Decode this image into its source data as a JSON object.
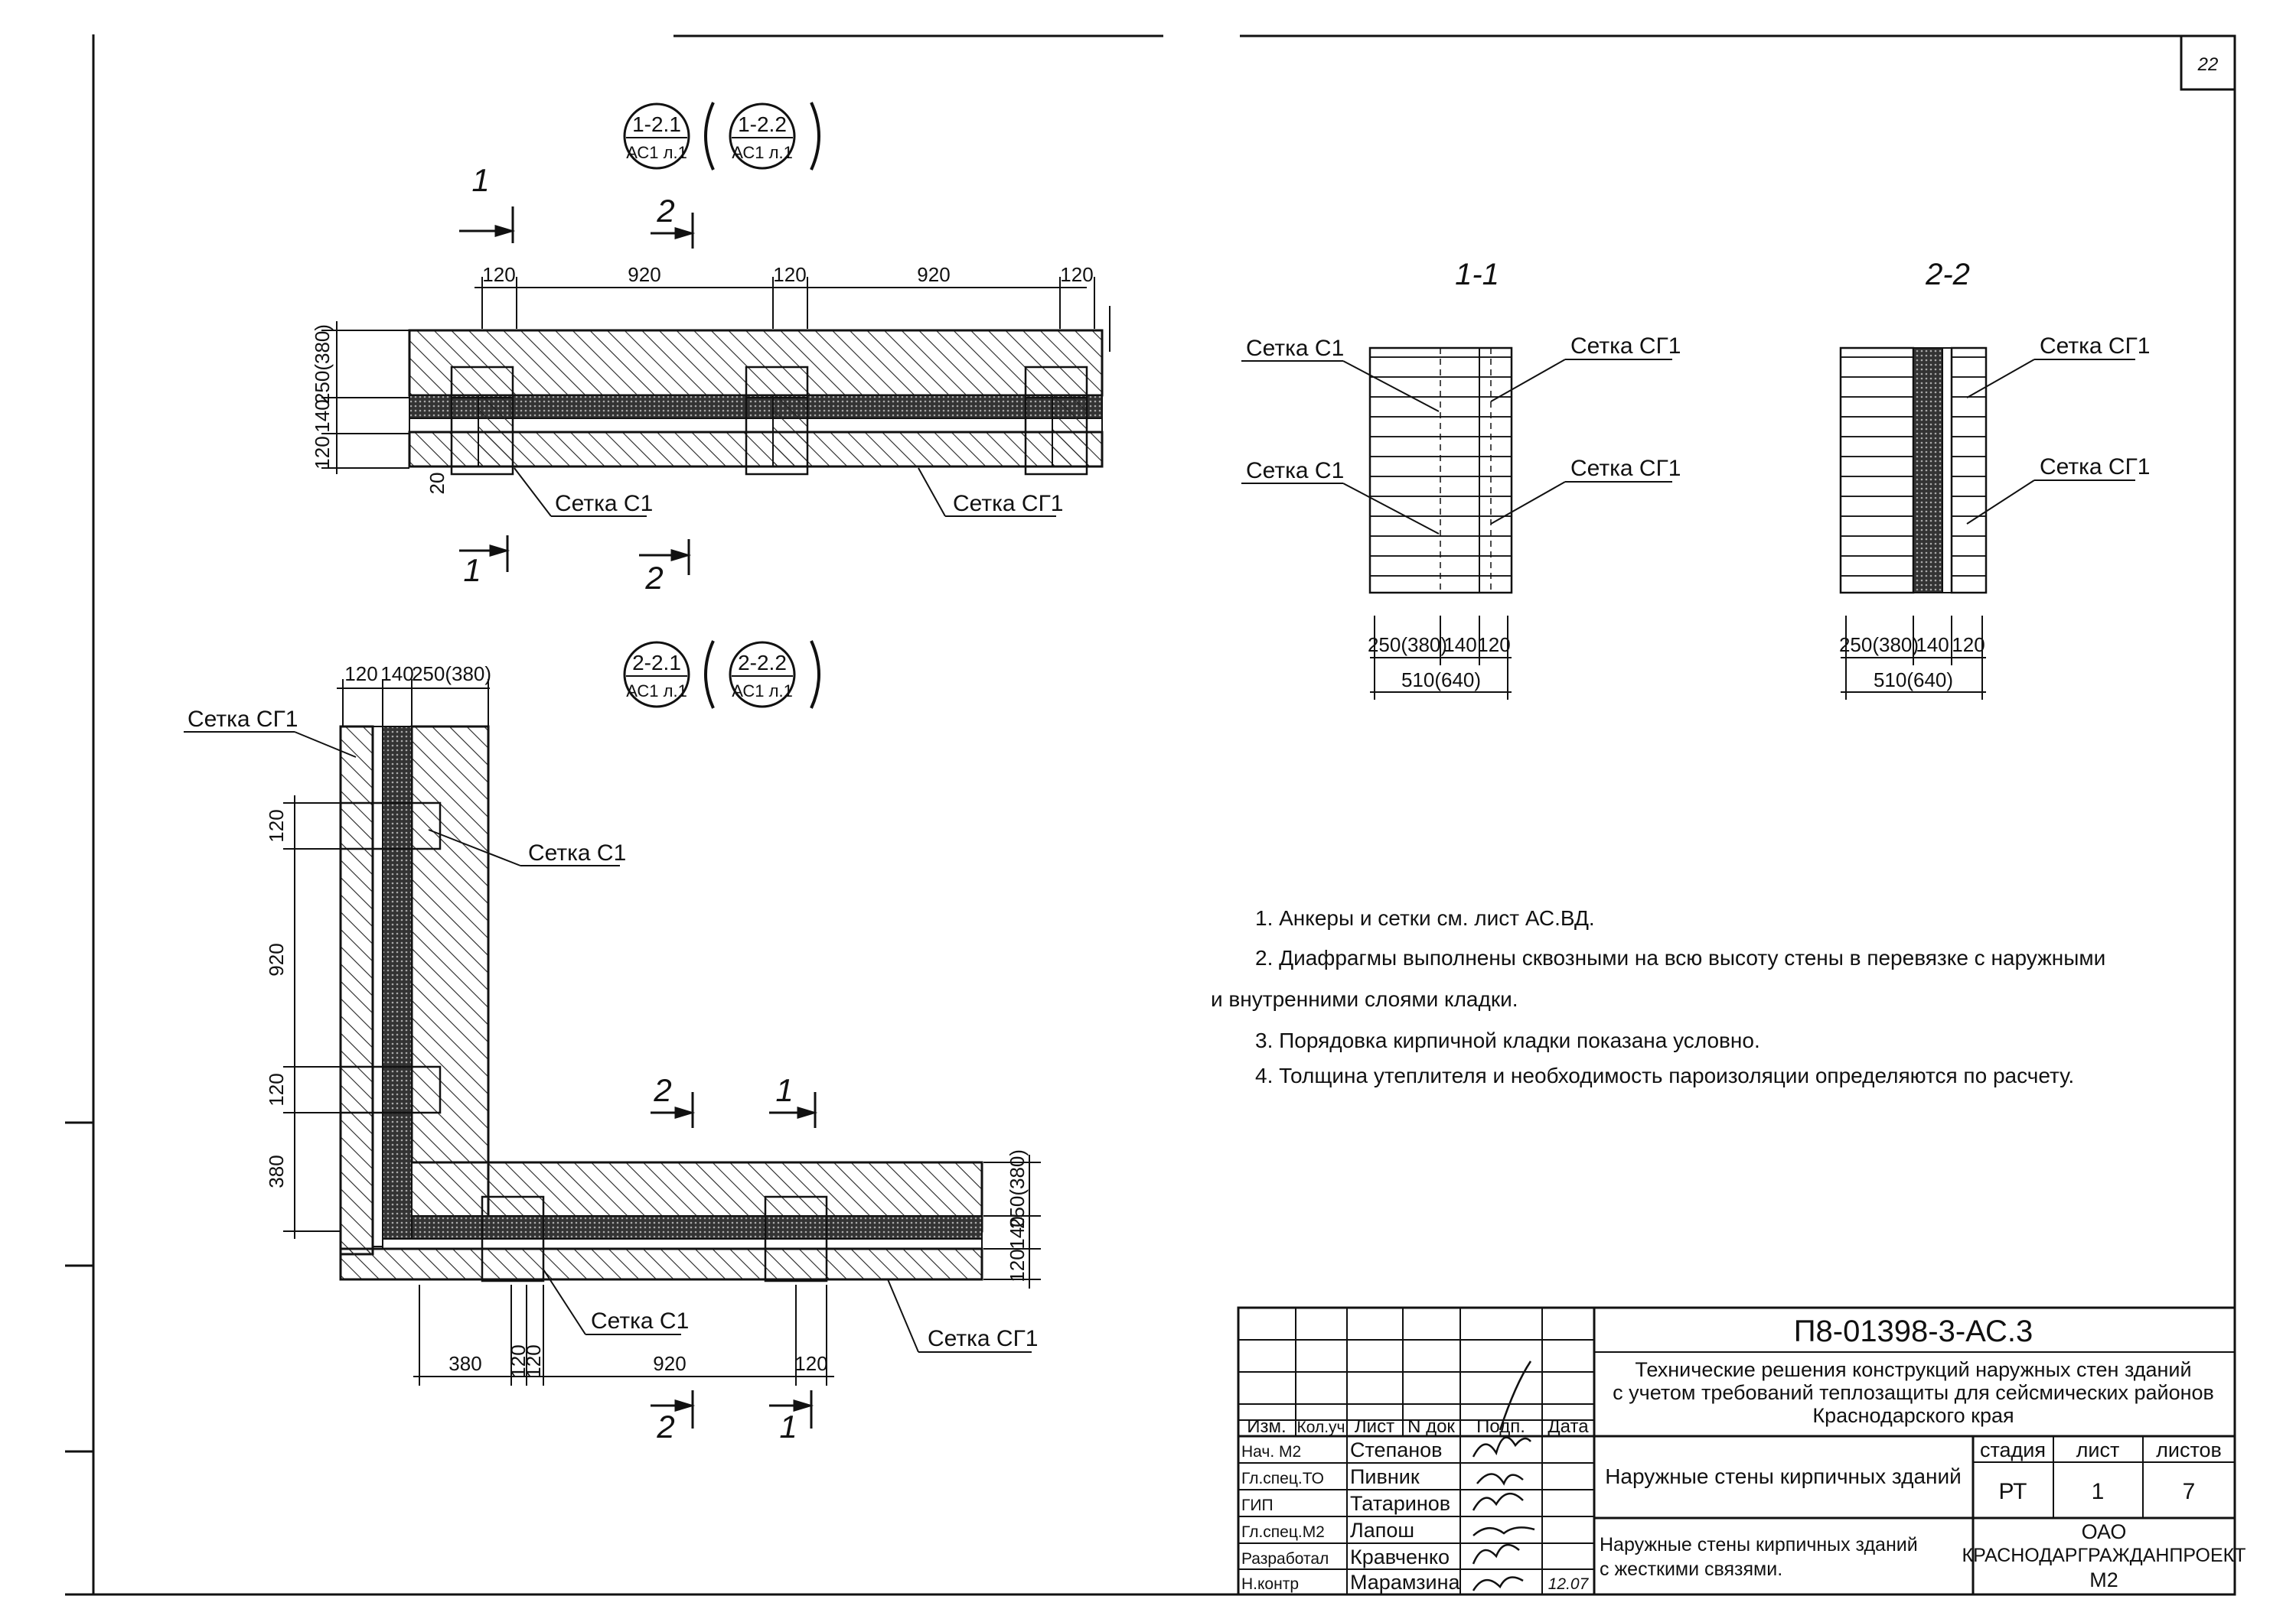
{
  "page": {
    "sheet_number": "22"
  },
  "callouts": {
    "top": [
      {
        "top": "1-2.1",
        "bottom": "АС1 л.1"
      },
      {
        "top": "1-2.2",
        "bottom": "АС1 л.1"
      }
    ],
    "corner": [
      {
        "top": "2-2.1",
        "bottom": "АС1 л.1"
      },
      {
        "top": "2-2.2",
        "bottom": "АС1 л.1"
      }
    ]
  },
  "plan_top": {
    "dims_horizontal": [
      "120",
      "920",
      "120",
      "920",
      "120"
    ],
    "dims_vertical": [
      "120",
      "140",
      "250(380)"
    ],
    "dim_small": "20",
    "labels": [
      "Сетка С1",
      "Сетка СГ1"
    ],
    "cuts": [
      "1",
      "2",
      "1",
      "2"
    ]
  },
  "plan_corner": {
    "dims_top": [
      "120",
      "140",
      "250(380)"
    ],
    "dims_left": [
      "120",
      "920",
      "120",
      "380"
    ],
    "dims_bottom": [
      "380",
      "120",
      "120",
      "920",
      "120"
    ],
    "dims_right": [
      "120",
      "140",
      "250(380)"
    ],
    "labels": [
      "Сетка СГ1",
      "Сетка С1",
      "Сетка С1",
      "Сетка СГ1"
    ],
    "cuts": [
      "2",
      "1",
      "2",
      "1"
    ]
  },
  "section_1": {
    "title": "1-1",
    "labels": [
      "Сетка С1",
      "Сетка СГ1",
      "Сетка С1",
      "Сетка СГ1"
    ],
    "dims": [
      "250(380)",
      "140",
      "120"
    ],
    "total": "510(640)"
  },
  "section_2": {
    "title": "2-2",
    "labels": [
      "Сетка СГ1",
      "Сетка СГ1"
    ],
    "dims": [
      "250(380)",
      "140",
      "120"
    ],
    "total": "510(640)"
  },
  "notes": [
    "1. Анкеры и сетки см. лист АС.ВД.",
    "2. Диафрагмы выполнены сквозными на всю высоту стены в перевязке с наружными",
    "и внутренними слоями кладки.",
    "3. Порядовка кирпичной кладки показана условно.",
    "4. Толщина утеплителя и необходимость пароизоляции определяются по расчету."
  ],
  "title_block": {
    "doc_code": "П8-01398-3-АС.3",
    "description": [
      "Технические решения конструкций наружных стен зданий",
      "с учетом требований теплозащиты для сейсмических районов",
      "Краснодарского края"
    ],
    "headers": [
      "Изм.",
      "Кол.уч",
      "Лист",
      "N док",
      "Подп.",
      "Дата"
    ],
    "roles": [
      "Нач. М2",
      "Гл.спец.ТО",
      "ГИП",
      "Гл.спец.М2",
      "Разработал",
      "Н.контр"
    ],
    "names": [
      "Степанов",
      "Пивник",
      "Татаринов",
      "Лапош",
      "Кравченко",
      "Марамзина"
    ],
    "date": "12.07",
    "stage_headers": [
      "стадия",
      "лист",
      "листов"
    ],
    "stage_values": [
      "РТ",
      "1",
      "7"
    ],
    "sheet_title": "Наружные стены кирпичных зданий",
    "drawing_title": [
      "Наружные стены кирпичных зданий",
      "с жесткими связями."
    ],
    "org": [
      "ОАО",
      "КРАСНОДАРГРАЖДАНПРОЕКТ",
      "М2"
    ]
  }
}
